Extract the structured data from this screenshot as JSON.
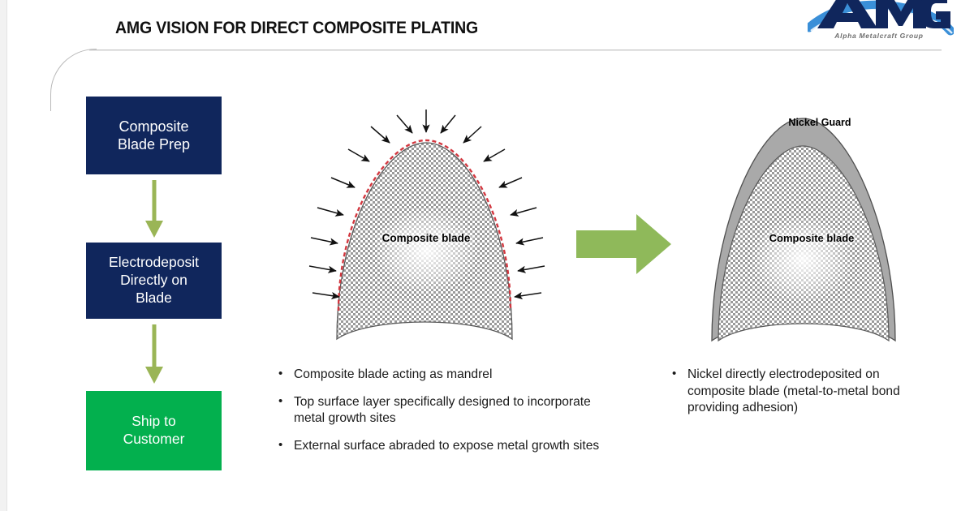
{
  "slide": {
    "title": "AMG VISION FOR DIRECT COMPOSITE PLATING",
    "background": "#ffffff"
  },
  "logo": {
    "mark_text": "AMG",
    "tagline": "Alpha Metalcraft Group",
    "colors": {
      "navy": "#10265c",
      "blue": "#3a8fd8"
    }
  },
  "flow": {
    "steps": [
      {
        "id": "composite-blade-prep",
        "line1": "Composite",
        "line2": "Blade Prep",
        "color": "#10265c",
        "text_color": "#ffffff"
      },
      {
        "id": "electrodeposit-directly-on-blade",
        "line1": "Electrodeposit",
        "line2": "Directly on",
        "line3": "Blade",
        "color": "#10265c",
        "text_color": "#ffffff"
      },
      {
        "id": "ship-to-customer",
        "line1": "Ship to",
        "line2": "Customer",
        "color": "#03b04e",
        "text_color": "#ffffff"
      }
    ],
    "connector_color": "#9ab556"
  },
  "figures": {
    "center": {
      "name": "composite-blade-with-deposition-arrows",
      "blade_label_line1": "Composite",
      "blade_label_line2": "blade",
      "outline_color": "#5a5a5a",
      "dashed_edge_color": "#d2373f",
      "fill": "checkerboard-gray",
      "arrow_color": "#000000",
      "arrow_count": 18
    },
    "right": {
      "name": "plated-blade-with-nickel-guard",
      "guard_label_line1": "Nickel",
      "guard_label_line2": "Guard",
      "blade_label_line1": "Composite",
      "blade_label_line2": "blade",
      "guard_fill": "#a9a9a9",
      "outline_color": "#5a5a5a",
      "fill": "checkerboard-gray"
    }
  },
  "transition_arrow": {
    "color": "#8fb95a",
    "direction": "right"
  },
  "bullets": {
    "center": [
      "Composite blade acting as mandrel",
      "Top surface layer specifically designed to incorporate metal growth sites",
      "External surface abraded to expose metal growth sites"
    ],
    "right": [
      "Nickel directly electrodeposited on composite blade (metal-to-metal bond providing adhesion)"
    ]
  }
}
